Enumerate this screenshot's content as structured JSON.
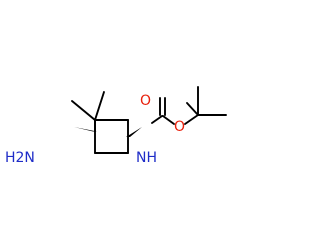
{
  "molecule": {
    "atoms": {
      "amine_n": "H2N",
      "carbamate_n": "NH",
      "carbonyl_o": "O",
      "ester_o": "O"
    }
  },
  "colors": {
    "bond": "#000000",
    "nitrogen": "#1e2cc8",
    "oxygen": "#e8200c",
    "background": "#ffffff"
  }
}
